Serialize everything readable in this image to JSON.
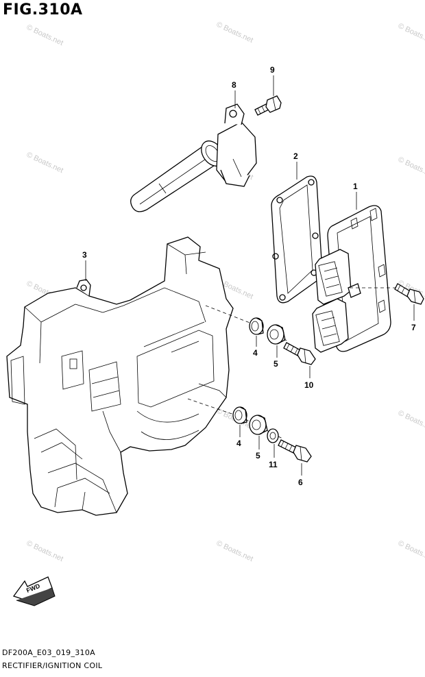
{
  "figure": {
    "title": "FIG.310A",
    "code": "DF200A_E03_019_310A",
    "name": "RECTIFIER/IGNITION COIL"
  },
  "watermark": "© Boats.net",
  "fwd_label": "FWD",
  "callouts": {
    "c1": "1",
    "c2": "2",
    "c3": "3",
    "c4a": "4",
    "c4b": "4",
    "c5a": "5",
    "c5b": "5",
    "c6": "6",
    "c7": "7",
    "c8": "8",
    "c9": "9",
    "c10": "10",
    "c11": "11"
  }
}
